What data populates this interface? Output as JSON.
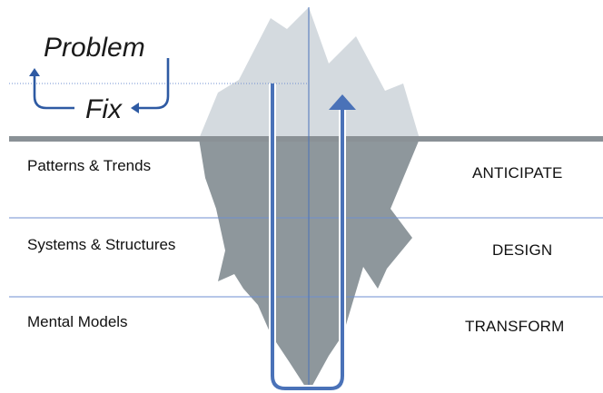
{
  "title_row": {
    "problem": "Problem",
    "fix": "Fix"
  },
  "levels": [
    {
      "name": "Patterns & Trends",
      "action": "ANTICIPATE"
    },
    {
      "name": "Systems & Structures",
      "action": "DESIGN"
    },
    {
      "name": "Mental Models",
      "action": "TRANSFORM"
    }
  ],
  "colors": {
    "iceberg_above": "#d4dadf",
    "iceberg_below": "#8e979c",
    "waterline": "#8a9196",
    "divider": "#6f8fd0",
    "arrow": "#4a72b8",
    "loop_arrow": "#2e5aa3"
  },
  "icons": {
    "down_arrow": "down-arrow-icon",
    "up_arrow": "up-arrow-icon",
    "loop_up_arrow": "loop-up-arrow-icon",
    "loop_left_arrow": "loop-left-arrow-icon"
  }
}
